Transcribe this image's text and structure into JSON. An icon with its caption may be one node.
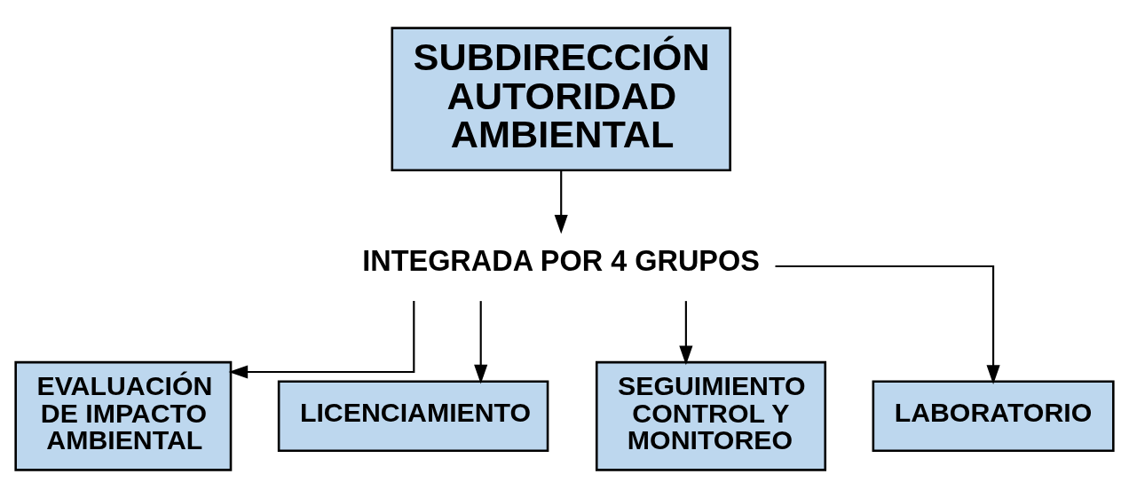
{
  "diagram": {
    "nodes": [
      {
        "text": [
          "SUBDIRECCIÓN AUTORIDAD AMBIENTAL"
        ]
      },
      {
        "text": [
          "INTEGRADA POR 4 GRUPOS"
        ]
      },
      {
        "text": [
          "EVALUACIÓN DE IMPACTO AMBIENTAL"
        ]
      },
      {
        "text": [
          "LICENCIAMIENTO"
        ]
      },
      {
        "text": [
          "SEGUIMIENTO CONTROL Y MONITOREO"
        ]
      },
      {
        "text": [
          "LABORATORIO"
        ]
      }
    ],
    "edges": [
      {
        "from": 0,
        "to": 1,
        "arrow": "to"
      },
      {
        "from": 1,
        "to": 2,
        "arrow": "to"
      },
      {
        "from": 1,
        "to": 3,
        "arrow": "to"
      },
      {
        "from": 1,
        "to": 4,
        "arrow": "to"
      },
      {
        "from": 1,
        "to": 5,
        "arrow": "to"
      }
    ]
  }
}
